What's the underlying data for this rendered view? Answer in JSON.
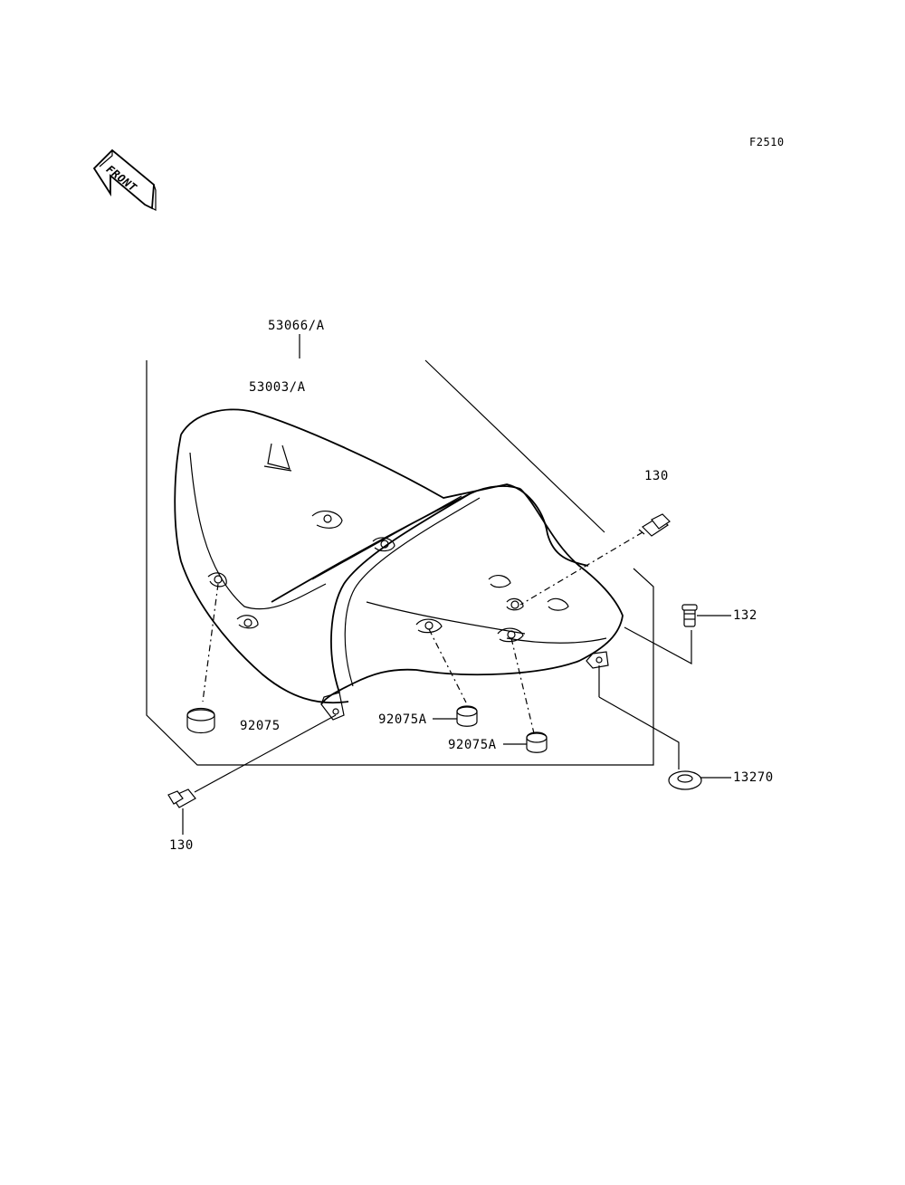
{
  "figure_code": "F2510",
  "front_marker": "FRONT",
  "callouts": {
    "seat_assy": "53066/A",
    "seat_cover": "53003/A",
    "bolt_top": "130",
    "bolt_bottom": "130",
    "bolt_side": "132",
    "damper": "92075",
    "damper_a_1": "92075A",
    "damper_a_2": "92075A",
    "collar": "13270"
  }
}
